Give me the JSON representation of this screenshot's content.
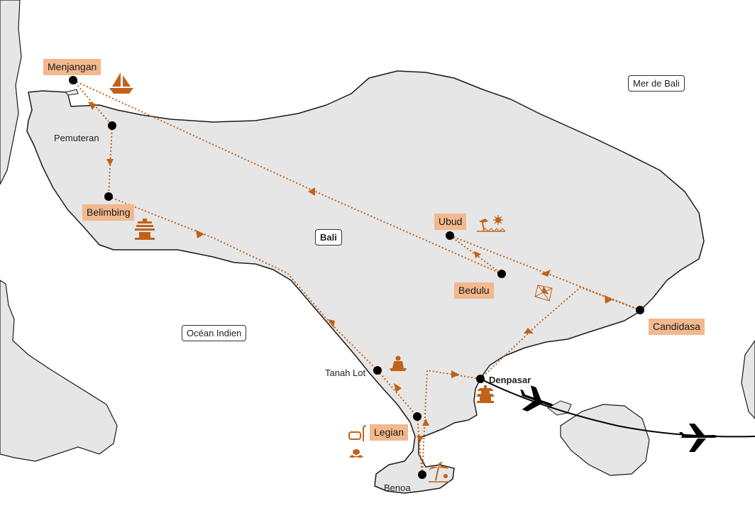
{
  "regions": {
    "island": "Bali",
    "sea_north": "Mer de Bali",
    "ocean_south": "Océan Indien"
  },
  "stops": [
    {
      "id": "menjangan",
      "label": "Menjangan",
      "highlight": true
    },
    {
      "id": "pemuteran",
      "label": "Pemuteran",
      "highlight": false
    },
    {
      "id": "belimbing",
      "label": "Belimbing",
      "highlight": true
    },
    {
      "id": "ubud",
      "label": "Ubud",
      "highlight": true
    },
    {
      "id": "bedulu",
      "label": "Bedulu",
      "highlight": true
    },
    {
      "id": "candidasa",
      "label": "Candidasa",
      "highlight": true
    },
    {
      "id": "tanah_lot",
      "label": "Tanah Lot",
      "highlight": false
    },
    {
      "id": "legian",
      "label": "Legian",
      "highlight": true
    },
    {
      "id": "benoa",
      "label": "Benoa",
      "highlight": false
    },
    {
      "id": "denpasar",
      "label": "Denpasar",
      "highlight": false
    }
  ],
  "icons": [
    "sailboat-icon",
    "temple-icon",
    "rice-terrace-icon",
    "kite-icon",
    "buddha-statue-icon",
    "pagoda-icon",
    "snorkel-mask-icon",
    "octopus-icon",
    "palm-beach-icon",
    "airplane-icon"
  ],
  "colors": {
    "land": "#e6e6e6",
    "coast": "#1a1a1a",
    "route": "#c0621a",
    "highlight": "#f2b88e",
    "flight": "#000000"
  }
}
